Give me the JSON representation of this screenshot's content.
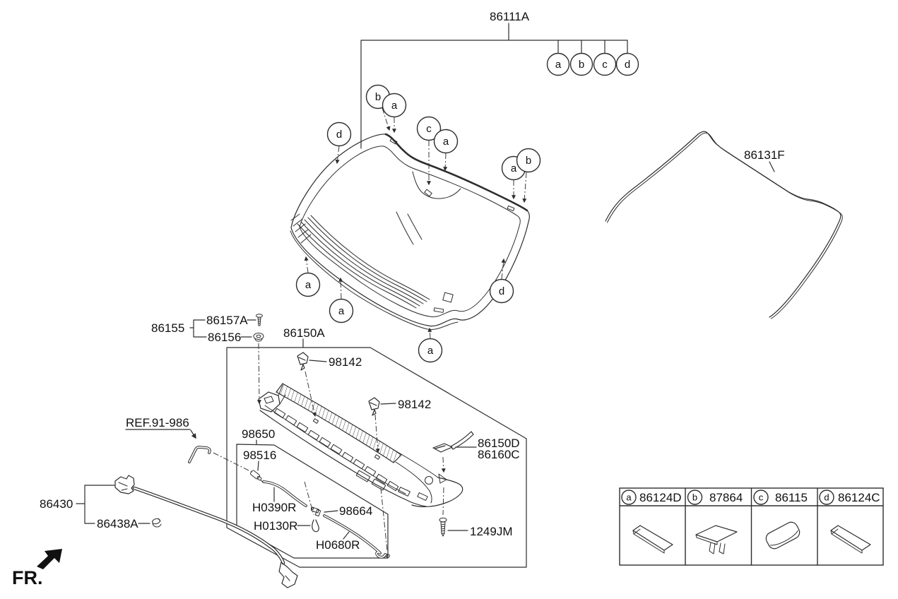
{
  "page": {
    "background": "#ffffff",
    "line_color": "#2d2d2d",
    "text_color": "#111111"
  },
  "fr_indicator": "FR.",
  "labels": {
    "windshield_assy": "86111A",
    "molding": "86131F",
    "fastener_group": "86155",
    "screw": "86157A",
    "grommet": "86156",
    "cowl_top_assy": "86150A",
    "clip_front": "98142",
    "clip_rear": "98142",
    "ref_note": "REF.91-986",
    "washer_hose_assy": "98650",
    "washer_nozzle": "98516",
    "hose_front": "H0390R",
    "hose_clip": "H0130R",
    "hose_connector": "98664",
    "hose_rear": "H0680R",
    "cowl_side_strip": "86150D",
    "cowl_side_pad": "86160C",
    "bolt": "1249JM",
    "hood_weatherstrip": "86430",
    "weatherstrip_clip": "86438A"
  },
  "bracket_callouts": [
    "a",
    "b",
    "c",
    "d"
  ],
  "glass_callouts": [
    "b",
    "a",
    "d",
    "c",
    "a",
    "a",
    "b",
    "a",
    "a",
    "a",
    "d"
  ],
  "legend": [
    {
      "callout": "a",
      "part": "86124D"
    },
    {
      "callout": "b",
      "part": "87864"
    },
    {
      "callout": "c",
      "part": "86115"
    },
    {
      "callout": "d",
      "part": "86124C"
    }
  ]
}
